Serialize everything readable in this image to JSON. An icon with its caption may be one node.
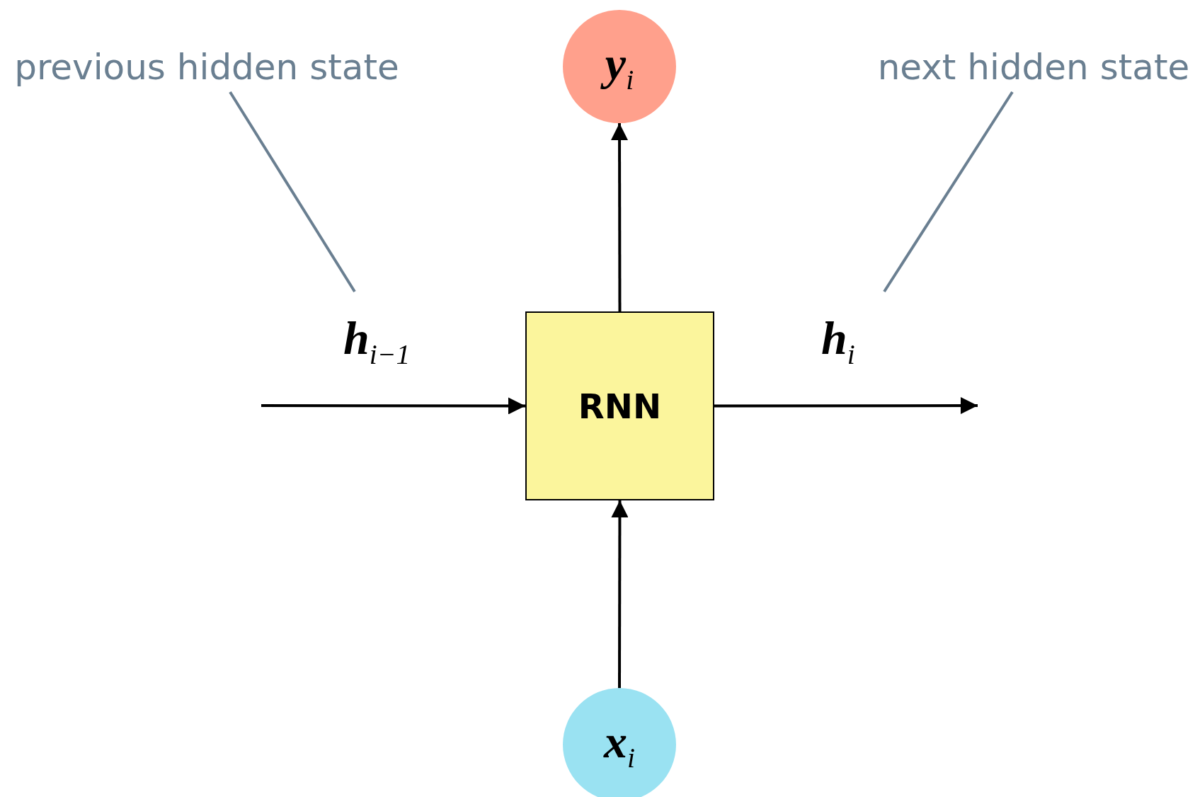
{
  "diagram": {
    "nodes": [
      {
        "text": [
          "previous hidden state"
        ]
      },
      {
        "text": [
          "y$_{i}$"
        ]
      },
      {
        "text": [
          "next hidden state"
        ]
      },
      {
        "text": [
          "RNN"
        ]
      },
      {
        "text": [
          "x$_{i}$"
        ]
      }
    ],
    "edges": [
      {
        "from": 0,
        "to": null,
        "arrow": "none",
        "color": "#6a7f91"
      },
      {
        "from": 2,
        "to": null,
        "arrow": "none",
        "color": "#6a7f91"
      },
      {
        "from": null,
        "to": 3,
        "arrow": "to",
        "label": "h$_{i−1}$"
      },
      {
        "from": 3,
        "to": null,
        "arrow": "to",
        "label": "h$_{i}$"
      },
      {
        "from": 3,
        "to": 1,
        "arrow": "to"
      },
      {
        "from": 4,
        "to": 3,
        "arrow": "to"
      }
    ]
  }
}
